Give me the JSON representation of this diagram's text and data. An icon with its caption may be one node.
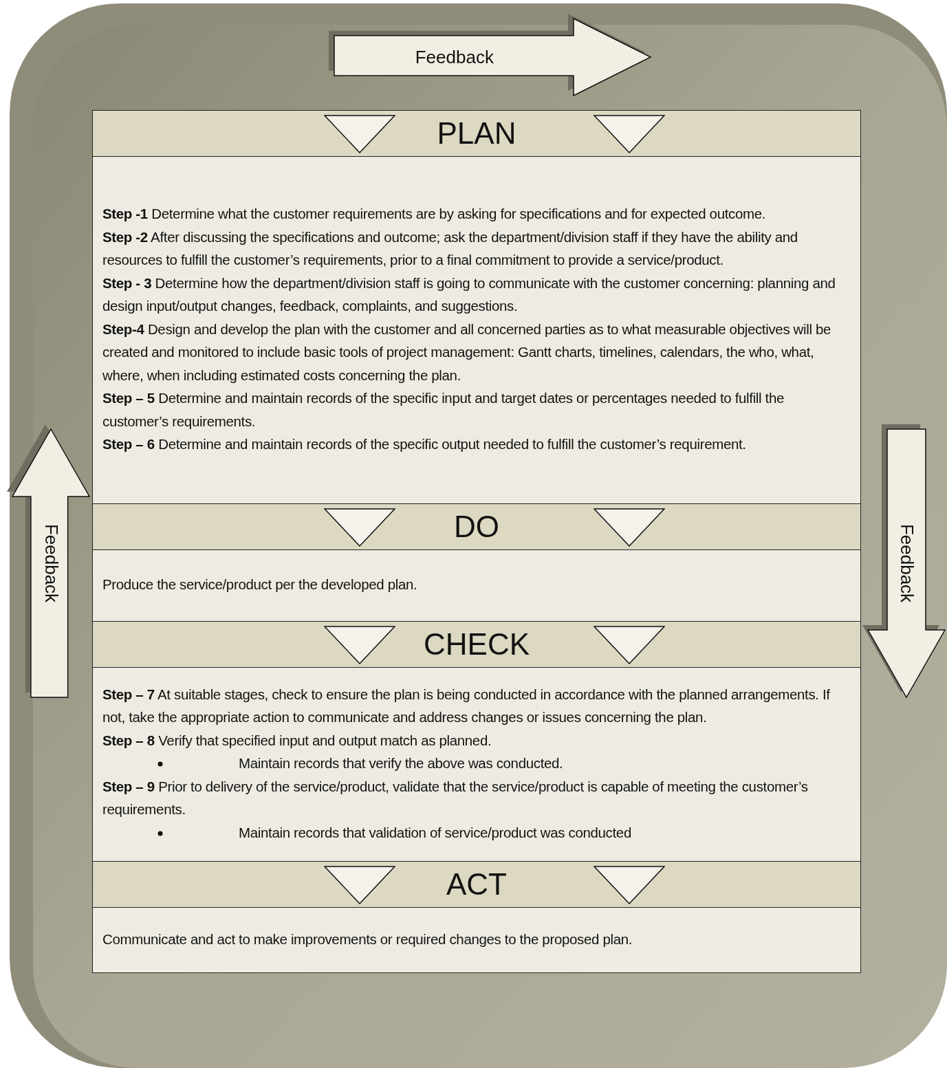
{
  "diagram": {
    "nodes": [
      {
        "text": [
          "Feedback"
        ]
      },
      {
        "text": [
          "Feedback"
        ]
      },
      {
        "text": [
          "Feedback"
        ]
      },
      {
        "text": [
          "PLAN"
        ]
      },
      {
        "text": [
          "**Step -1** Determine what the customer requirements are by asking for specifications and for expected outcome.",
          "**Step -2** After discussing the specifications and outcome; ask the department/division staff if they have the ability and resources to fulfill the customer’s requirements, prior to a final commitment to provide a service/product.",
          "**Step - 3** Determine how the department/division staff is going to communicate with the customer concerning: planning and design input/output changes, feedback, complaints, and suggestions.",
          "**Step-4** Design and develop the plan with the customer and all concerned parties as to what measurable objectives will be created and monitored to include basic tools of project management: Gantt charts, timelines, calendars, the who, what, where, when including estimated costs concerning the plan.",
          "**Step – 5** Determine and maintain records of the specific input and target dates or percentages needed to fulfill the customer’s requirements.",
          "**Step – 6** Determine and maintain records of the specific output needed to fulfill the customer’s requirement."
        ]
      },
      {
        "text": [
          "DO"
        ]
      },
      {
        "text": [
          "Produce the service/product per the developed plan."
        ]
      },
      {
        "text": [
          "CHECK"
        ]
      },
      {
        "text": [
          "**Step – 7** At suitable stages, check to ensure the plan is being conducted in accordance with the planned arrangements. If not, take the appropriate action to communicate and address changes or issues concerning the plan.",
          "**Step – 8** Verify that specified input and output match as planned.",
          "Maintain records that verify the above was conducted.",
          "**Step – 9** Prior to delivery of the service/product, validate that the service/product is capable of meeting the customer’s requirements.",
          "Maintain records that validation of service/product was conducted"
        ]
      },
      {
        "text": [
          "ACT"
        ]
      },
      {
        "text": [
          "Communicate and act to make improvements or required changes to the proposed plan."
        ]
      }
    ]
  }
}
